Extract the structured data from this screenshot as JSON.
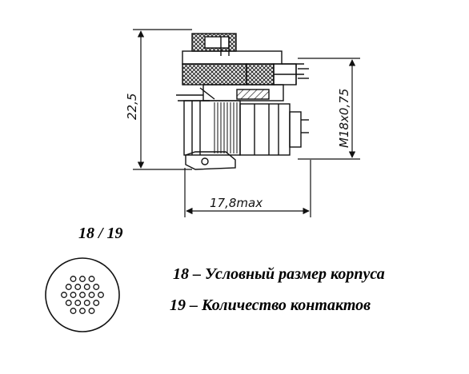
{
  "drawing": {
    "dimension_height": "22,5",
    "dimension_thread": "M18x0,75",
    "dimension_length": "17,8max"
  },
  "pinout": {
    "label": "18 / 19",
    "contact_count": 19
  },
  "legend": [
    {
      "text": "18 – Условный размер корпуса"
    },
    {
      "text": "19 –  Количество контактов"
    }
  ]
}
